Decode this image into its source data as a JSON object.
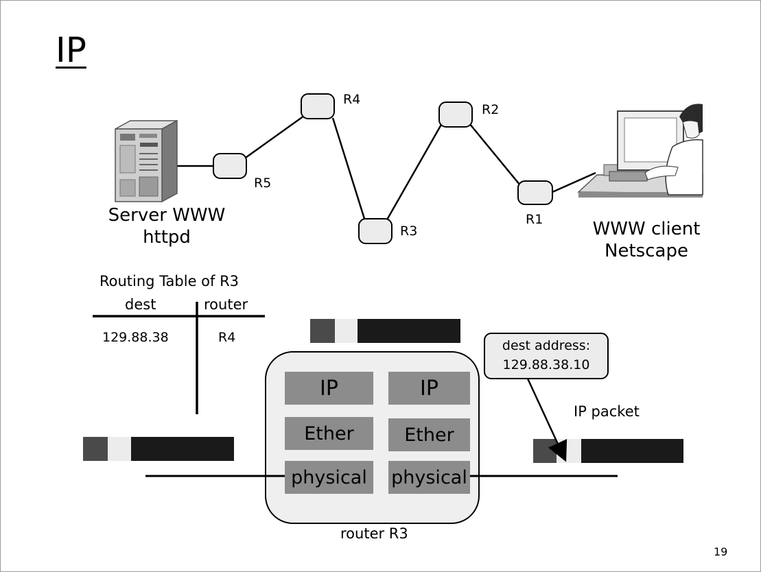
{
  "slide": {
    "title": "IP",
    "page_number": "19"
  },
  "network": {
    "server_label": "Server WWW",
    "server_sub": "httpd",
    "client_label": "WWW client",
    "client_sub": "Netscape",
    "routers": [
      "R5",
      "R4",
      "R3",
      "R2",
      "R1"
    ]
  },
  "routing_table": {
    "caption": "Routing Table of R3",
    "headers": [
      "dest",
      "router"
    ],
    "rows": [
      [
        "129.88.38",
        "R4"
      ]
    ]
  },
  "router_stack": {
    "left": [
      "IP",
      "Ether",
      "physical"
    ],
    "right": [
      "IP",
      "Ether",
      "physical"
    ],
    "caption": "router R3",
    "fill_color": "#8c8c8c",
    "box_color": "#efefef"
  },
  "packet": {
    "callout_line1": "dest address:",
    "callout_line2": "129.88.38.10",
    "label": "IP packet",
    "segment_colors": [
      "#4a4a4a",
      "#ececec",
      "#1a1a1a"
    ]
  }
}
